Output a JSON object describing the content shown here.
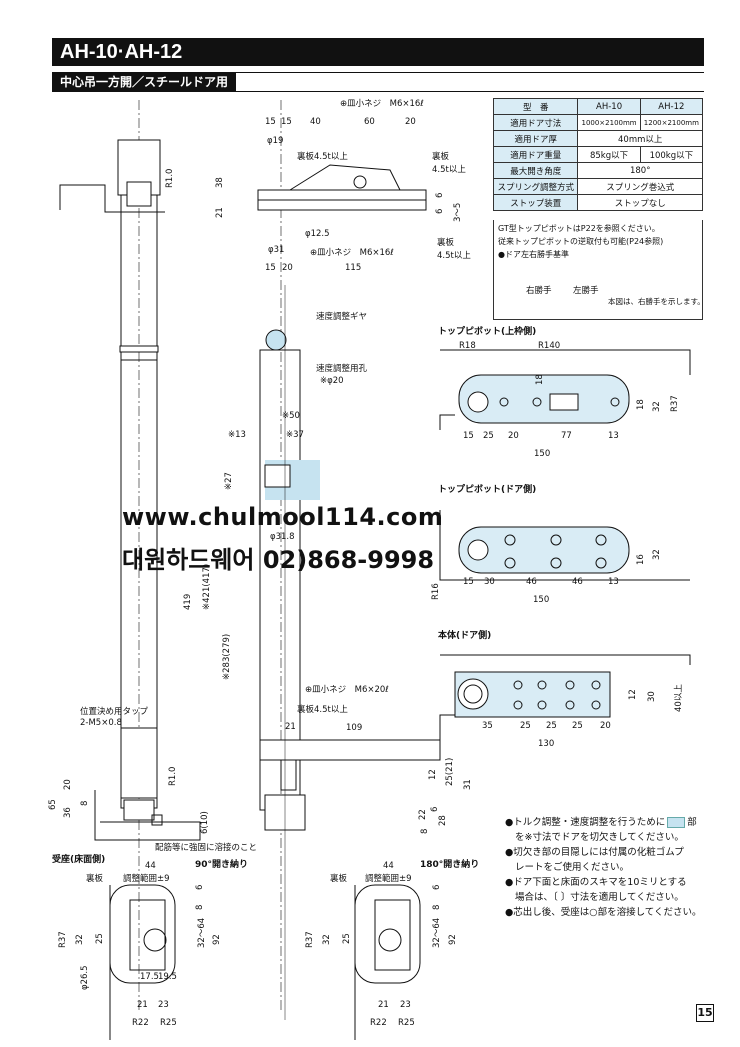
{
  "header": {
    "title": "AH-10·AH-12",
    "subtitle": "中心吊一方開／スチールドア用"
  },
  "spec_table": {
    "headers": [
      "型　番",
      "AH-10",
      "AH-12"
    ],
    "rows": [
      {
        "label": "適用ドア寸法",
        "ah10": "1000×2100mm",
        "ah12": "1200×2100mm"
      },
      {
        "label": "適用ドア厚",
        "both": "40mm以上"
      },
      {
        "label": "適用ドア重量",
        "ah10": "85kg以下",
        "ah12": "100kg以下"
      },
      {
        "label": "最大開き角度",
        "both": "180°"
      },
      {
        "label": "スプリング調整方式",
        "both": "スプリング巻込式"
      },
      {
        "label": "ストップ装置",
        "both": "ストップなし"
      }
    ],
    "notes": [
      "GT型トップピボットはP22を参照ください。",
      "従来トップピボットの逆取付も可能(P24参照)"
    ],
    "hand_title": "●ドア左右勝手基準",
    "right_hand": "右勝手",
    "left_hand": "左勝手",
    "hand_note": "本図は、右勝手を示します。"
  },
  "sections": {
    "top_pivot_frame": "トップピボット(上枠側)",
    "top_pivot_door": "トップピボット(ドア側)",
    "body_door": "本体(ドア側)",
    "floor_side": "受座(床面側)",
    "open90": "90°開き納り",
    "open180": "180°開き納り"
  },
  "labels": {
    "screw_top": "⊕皿小ネジ　M6×16ℓ",
    "plate_top": "裏板4.5t以上",
    "plate_right": "裏板",
    "plate_right2": "4.5t以上",
    "screw_mid": "⊕皿小ネジ　M6×16ℓ",
    "plate_mid": "裏板",
    "plate_mid2": "4.5t以上",
    "gear": "速度調整ギヤ",
    "hole": "速度調整用孔",
    "hole_dim": "※φ20",
    "screw_bottom": "⊕皿小ネジ　M6×20ℓ",
    "plate_bottom": "裏板4.5t以上",
    "tap": "位置決め用タップ",
    "tap2": "2-M5×0.8",
    "rebar": "配筋等に強固に溶接のこと",
    "plate_90": "裏板",
    "range_90": "調整範囲±9",
    "plate_180": "裏板",
    "range_180": "調整範囲±9"
  },
  "dims": {
    "top": [
      "15",
      "15",
      "40",
      "60",
      "20"
    ],
    "phi19": "φ19",
    "r1": "R1.0",
    "d38": "38",
    "d21": "21",
    "phi125": "φ12.5",
    "phi31": "φ31",
    "d6a": "6",
    "d6b": "6",
    "d35": "3〜5",
    "bottom_top": [
      "15",
      "20",
      "115"
    ],
    "x50": "※50",
    "x13": "※13",
    "x37": "※37",
    "x27": "※27",
    "phi318": "φ31.8",
    "d419": "419",
    "x421": "※421(417)",
    "x283": "※283(279)",
    "d6_10": "6(10)",
    "d21b": "21",
    "d109": "109",
    "d12": "12",
    "d25_21": "25(21)",
    "d31": "31",
    "d65": "65",
    "d20": "20",
    "d36": "36",
    "d8": "8",
    "r1b": "R1.0",
    "d6c": "6",
    "d22": "22",
    "d28": "28",
    "d8b": "8",
    "tp1": {
      "r18": "R18",
      "r140": "R140",
      "d18": "18",
      "dims": [
        "15",
        "25",
        "20",
        "77",
        "13"
      ],
      "total": "150",
      "d18b": "18",
      "d32": "32",
      "r37": "R37"
    },
    "tp2": {
      "r16": "R16",
      "dims": [
        "15",
        "30",
        "46",
        "46",
        "13"
      ],
      "total": "150",
      "d16": "16",
      "d32": "32"
    },
    "bd": {
      "dims": [
        "35",
        "25",
        "25",
        "25",
        "20"
      ],
      "total": "130",
      "d12": "12",
      "d30": "30",
      "d40": "40以上"
    },
    "f90": {
      "d44": "44",
      "d6": "6",
      "d8": "8",
      "d32_64": "32〜64",
      "d92": "92",
      "r37": "R37",
      "d32": "32",
      "d25": "25",
      "d175": "17.5",
      "d195": "19.5",
      "phi265": "φ26.5",
      "d21": "21",
      "d23": "23",
      "r22": "R22",
      "r25": "R25"
    },
    "f180": {
      "d44": "44",
      "d6": "6",
      "d8": "8",
      "d32_64": "32〜64",
      "d92": "92",
      "r37": "R37",
      "d32": "32",
      "d25": "25",
      "d21": "21",
      "d23": "23",
      "r22": "R22",
      "r25": "R25"
    }
  },
  "watermark": {
    "url": "www.chulmool114.com",
    "phone": "대원하드웨어 02)868-9998"
  },
  "notes": [
    "●トルク調整・速度調整を行うために",
    "を※寸法でドアを切欠きしてください。",
    "●切欠き部の目隠しには付属の化粧ゴムプ",
    "レートをご使用ください。",
    "●ドア下面と床面のスキマを10ミリとする",
    "場合は、〔 〕寸法を適用してください。",
    "●芯出し後、受座は○部を溶接してください。"
  ],
  "note_part": "部",
  "page_number": "15",
  "colors": {
    "accent": "#c6e3f0",
    "ink": "#111111"
  }
}
